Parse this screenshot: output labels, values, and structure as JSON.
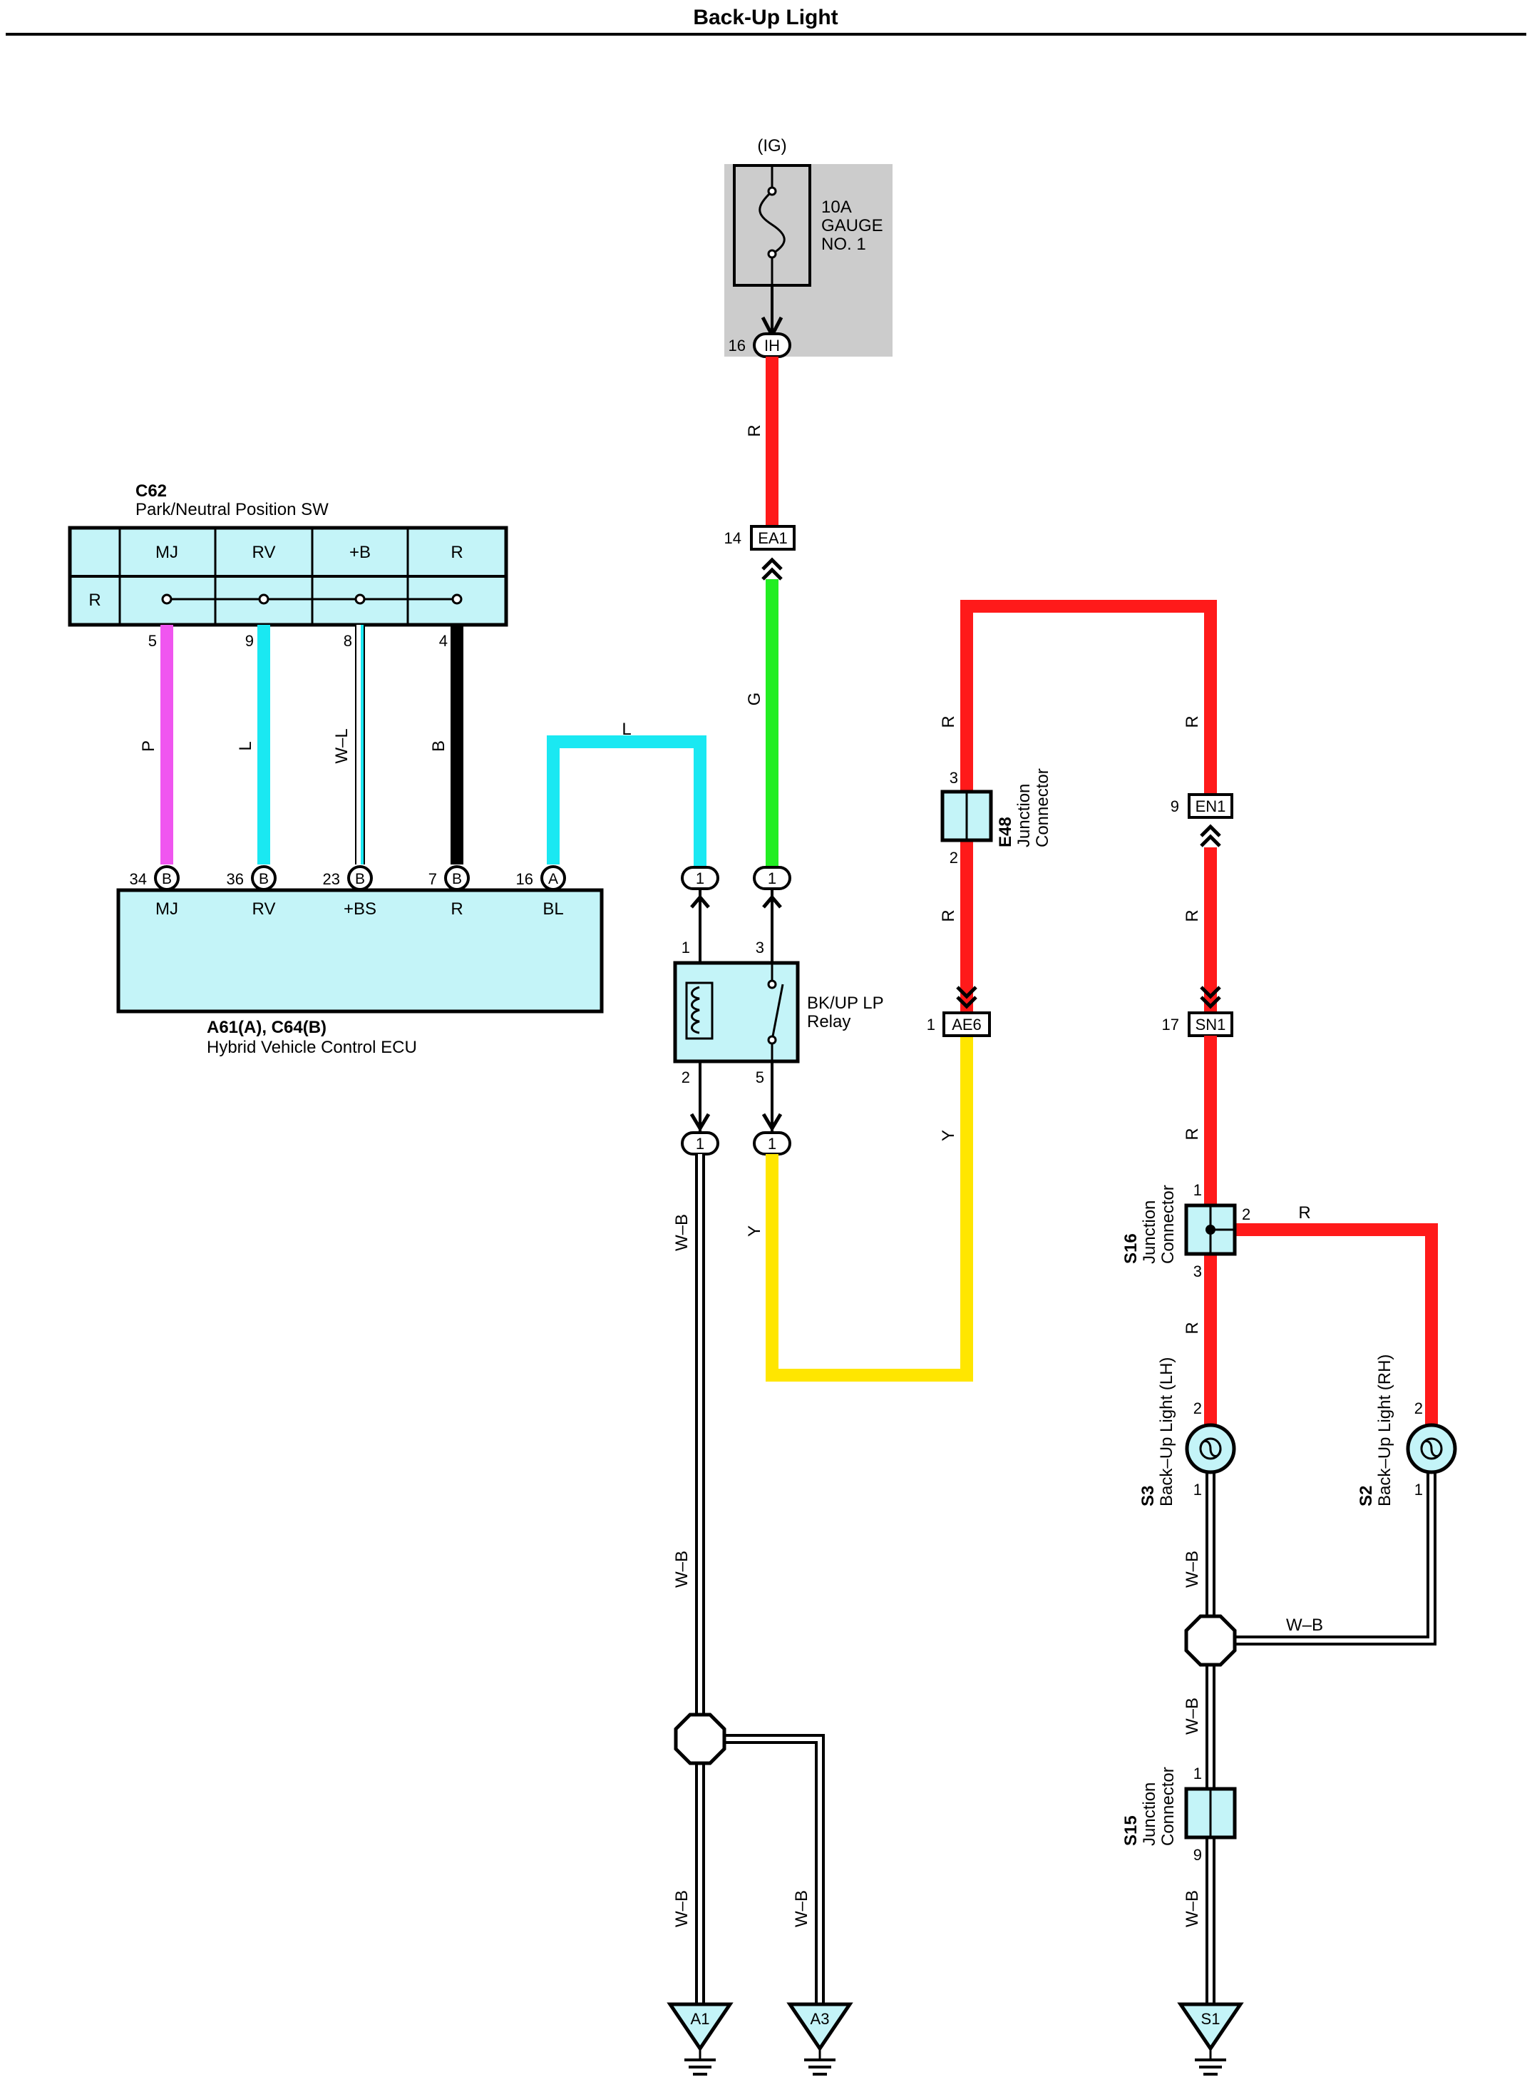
{
  "title": "Back-Up Light",
  "colors": {
    "red": "#ff1a1a",
    "green": "#22ee22",
    "cyan": "#1ae8f2",
    "yellow": "#ffe600",
    "pink": "#f055f0",
    "black": "#000000",
    "component_fill": "#c4f4f8",
    "fuse_shade": "#cccccc"
  },
  "fuse": {
    "supply": "(IG)",
    "rating": "10A",
    "name_line1": "GAUGE",
    "name_line2": "NO. 1",
    "connector": "IH",
    "pin": "16"
  },
  "connectors": {
    "ea1": {
      "name": "EA1",
      "pin": "14"
    },
    "en1": {
      "name": "EN1",
      "pin": "9"
    },
    "sn1": {
      "name": "SN1",
      "pin": "17"
    },
    "ae6": {
      "name": "AE6",
      "pin": "1"
    }
  },
  "c62": {
    "code": "C62",
    "name": "Park/Neutral Position SW",
    "headers": [
      "MJ",
      "RV",
      "+B",
      "R"
    ],
    "row_label": "R",
    "pins": [
      "5",
      "9",
      "8",
      "4"
    ]
  },
  "ecu": {
    "code": "A61(A), C64(B)",
    "name": "Hybrid Vehicle Control ECU",
    "terminals": [
      {
        "pin": "34",
        "conn": "B",
        "name": "MJ"
      },
      {
        "pin": "36",
        "conn": "B",
        "name": "RV"
      },
      {
        "pin": "23",
        "conn": "B",
        "name": "+BS"
      },
      {
        "pin": "7",
        "conn": "B",
        "name": "R"
      },
      {
        "pin": "16",
        "conn": "A",
        "name": "BL"
      }
    ]
  },
  "relay": {
    "name_line1": "BK/UP LP",
    "name_line2": "Relay",
    "pins": [
      "1",
      "3",
      "2",
      "5"
    ],
    "connector": "1"
  },
  "junctions": {
    "e48": {
      "code": "E48",
      "line1": "Junction",
      "line2": "Connector",
      "pin_top": "3",
      "pin_bottom": "2"
    },
    "s16": {
      "code": "S16",
      "line1": "Junction",
      "line2": "Connector",
      "pin_top": "1",
      "pin_right": "2",
      "pin_bottom": "3"
    },
    "s15": {
      "code": "S15",
      "line1": "Junction",
      "line2": "Connector",
      "pin_top": "1",
      "pin_bottom": "9"
    }
  },
  "lights": {
    "s3": {
      "code": "S3",
      "name": "Back–Up Light (LH)",
      "pin_top": "2",
      "pin_bottom": "1"
    },
    "s2": {
      "code": "S2",
      "name": "Back–Up Light (RH)",
      "pin_top": "2",
      "pin_bottom": "1"
    }
  },
  "wire_labels": {
    "fuse_to_ea1": "R",
    "ea1_to_relay": "G",
    "c62_mj": "P",
    "c62_rv": "L",
    "c62_plusb": "W–L",
    "c62_r": "B",
    "ecu_bl": "L",
    "relay_ground": "W–B",
    "relay_out": "Y",
    "e48_top": "R",
    "e48_bottom": "R",
    "en1_top": "R",
    "en1_bottom": "R",
    "ae6_y": "Y",
    "sn1_to_s16": "R",
    "s16_to_rh": "R",
    "s16_to_lh": "R",
    "lh_ground": "W–B",
    "rh_ground": "W–B",
    "to_s15": "W–B",
    "s15_to_s1": "W–B",
    "main_ground": "W–B",
    "to_a1": "W–B",
    "to_a3": "W–B"
  },
  "grounds": [
    "A1",
    "A3",
    "S1"
  ]
}
